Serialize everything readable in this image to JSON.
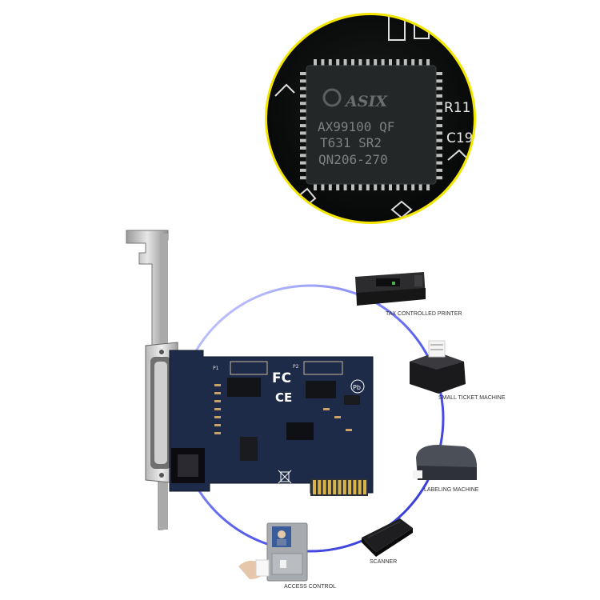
{
  "chip": {
    "brand": "ASIX",
    "line1": "AX99100 QF",
    "line2": "T631   SR2",
    "line3": "QN206-270",
    "ref_r": "R11",
    "ref_c": "C19"
  },
  "board": {
    "fcc": "FC",
    "ce": "CE",
    "pb": "Pb",
    "p1": "P1",
    "p2": "P2"
  },
  "devices": [
    {
      "label": "TAX CONTROLLED PRINTER",
      "icon": "tax-printer-icon"
    },
    {
      "label": "SMALL TICKET MACHINE",
      "icon": "ticket-machine-icon"
    },
    {
      "label": "LABELING MACHINE",
      "icon": "label-printer-icon"
    },
    {
      "label": "SCANNER",
      "icon": "scanner-icon"
    },
    {
      "label": "ACCESS CONTROL",
      "icon": "access-control-icon"
    }
  ],
  "colors": {
    "ring_border": "#f2e600",
    "pcb": "#1d2a48",
    "circle_arc": "#3a3fe0"
  }
}
